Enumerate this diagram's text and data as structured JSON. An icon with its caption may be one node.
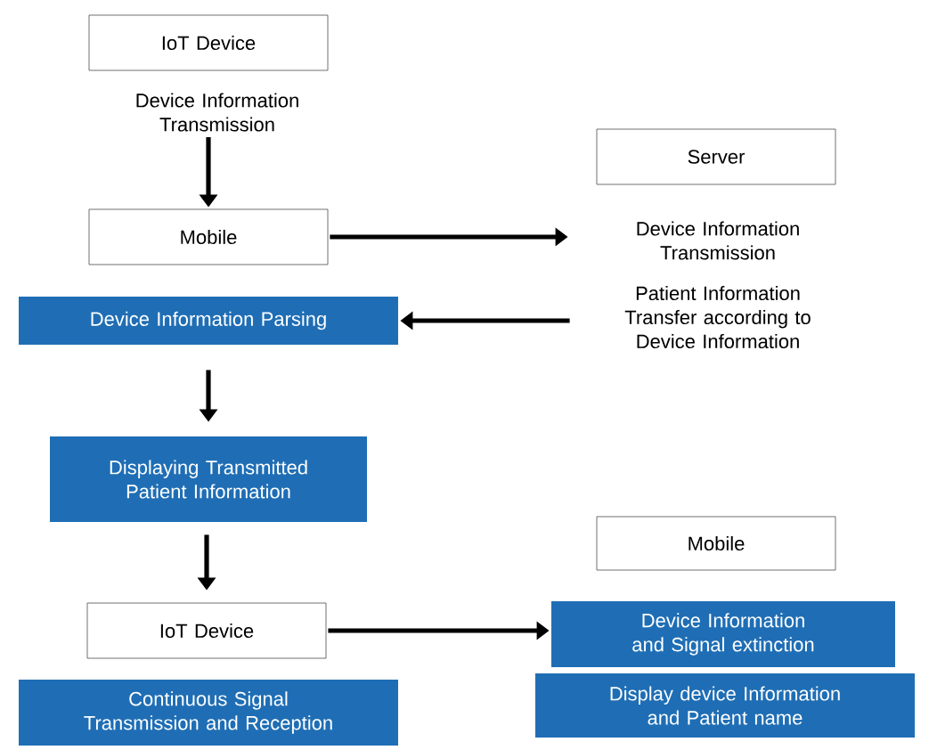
{
  "diagram": {
    "nodes": [
      {
        "text": [
          "IoT Device"
        ]
      },
      {
        "text": [
          "Device Information Transmission"
        ]
      },
      {
        "text": [
          "Mobile"
        ]
      },
      {
        "text": [
          "Server"
        ]
      },
      {
        "text": [
          "Device Information Transmission"
        ]
      },
      {
        "text": [
          "Patient Information Transfer according to Device Information"
        ]
      },
      {
        "text": [
          "Device Information Parsing"
        ]
      },
      {
        "text": [
          "Displaying Transmitted Patient Information"
        ]
      },
      {
        "text": [
          "IoT Device"
        ]
      },
      {
        "text": [
          "Continuous Signal Transmission and Reception"
        ]
      },
      {
        "text": [
          "Mobile"
        ]
      },
      {
        "text": [
          "Device Information and Signal extinction"
        ]
      },
      {
        "text": [
          "Display device Information and Patient name"
        ]
      }
    ],
    "edges": [
      {
        "from": 1,
        "to": 2,
        "arrow": "to"
      },
      {
        "from": 2,
        "to": 4,
        "arrow": "to"
      },
      {
        "from": 5,
        "to": 6,
        "arrow": "to"
      },
      {
        "from": 6,
        "to": 7,
        "arrow": "to"
      },
      {
        "from": 7,
        "to": 8,
        "arrow": "to"
      },
      {
        "from": 8,
        "to": 11,
        "arrow": "to"
      }
    ]
  }
}
